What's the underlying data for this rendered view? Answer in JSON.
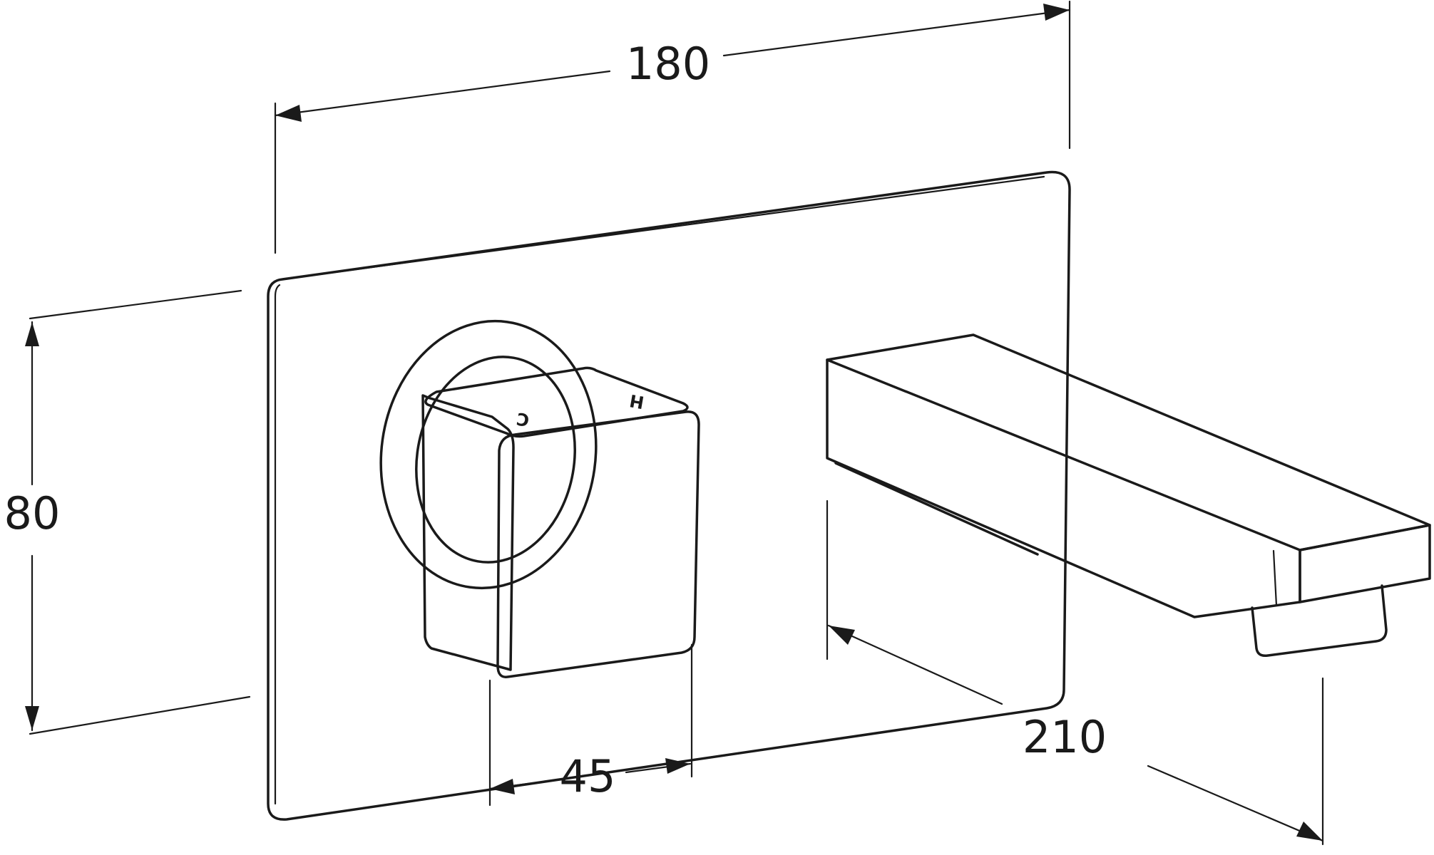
{
  "drawing": {
    "dimensions": {
      "plate_width": "180",
      "plate_height": "80",
      "handle_width": "45",
      "spout_projection": "210"
    },
    "handle_markings": {
      "cold": "C",
      "hot": "H"
    }
  }
}
